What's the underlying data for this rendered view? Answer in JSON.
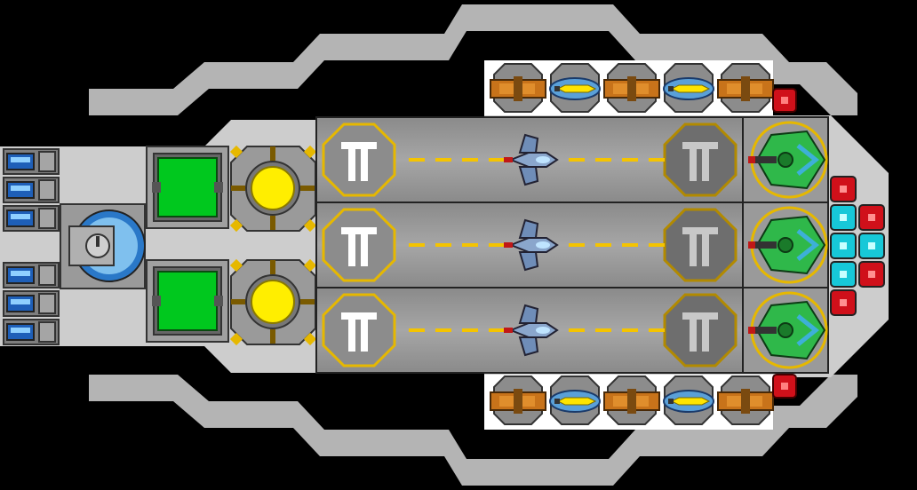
{
  "colors": {
    "background": "#000000",
    "hull": "#b4b4b4",
    "deck": "#cdcdcd",
    "bay_floor": "#8a8a8a",
    "bay_border": "#222222",
    "pad_gold": "#e6b800",
    "lane_dash": "#f5c400",
    "reactor_green": "#00c81e",
    "thruster_yellow": "#ffee00",
    "shield_blue": "#5aa0d8",
    "turret_green": "#2fb84a",
    "red_module": "#d0101a",
    "cyan_module": "#17c8d8",
    "fighter_blue": "#8fb3e0"
  },
  "ship": {
    "hangar_bays": [
      {
        "lane": "top",
        "icon_left": "launch-pad-icon",
        "icon_right": "landing-pad-icon",
        "craft": "fighter-icon",
        "turret": "plasma-turret-icon"
      },
      {
        "lane": "middle",
        "icon_left": "launch-pad-icon",
        "icon_right": "landing-pad-icon",
        "craft": "fighter-icon",
        "turret": "plasma-turret-icon"
      },
      {
        "lane": "bottom",
        "icon_left": "launch-pad-icon",
        "icon_right": "landing-pad-icon",
        "craft": "fighter-icon",
        "turret": "plasma-turret-icon"
      }
    ],
    "weapon_rows": [
      {
        "side": "top",
        "modules": [
          "cannon-icon",
          "missile-icon",
          "cannon-icon",
          "missile-icon",
          "cannon-icon"
        ]
      },
      {
        "side": "bottom",
        "modules": [
          "cannon-icon",
          "missile-icon",
          "cannon-icon",
          "missile-icon",
          "cannon-icon"
        ]
      }
    ],
    "reactors": [
      "reactor-icon",
      "reactor-icon"
    ],
    "thrusters": [
      "thruster-icon",
      "thruster-icon"
    ],
    "engines_top": [
      "engine-icon",
      "engine-icon",
      "engine-icon"
    ],
    "engines_bottom": [
      "engine-icon",
      "engine-icon",
      "engine-icon"
    ],
    "core": "shield-core-icon",
    "nose_modules": [
      "red",
      "cyan",
      "red",
      "cyan",
      "cyan",
      "red",
      "cyan",
      "red",
      "red"
    ]
  }
}
